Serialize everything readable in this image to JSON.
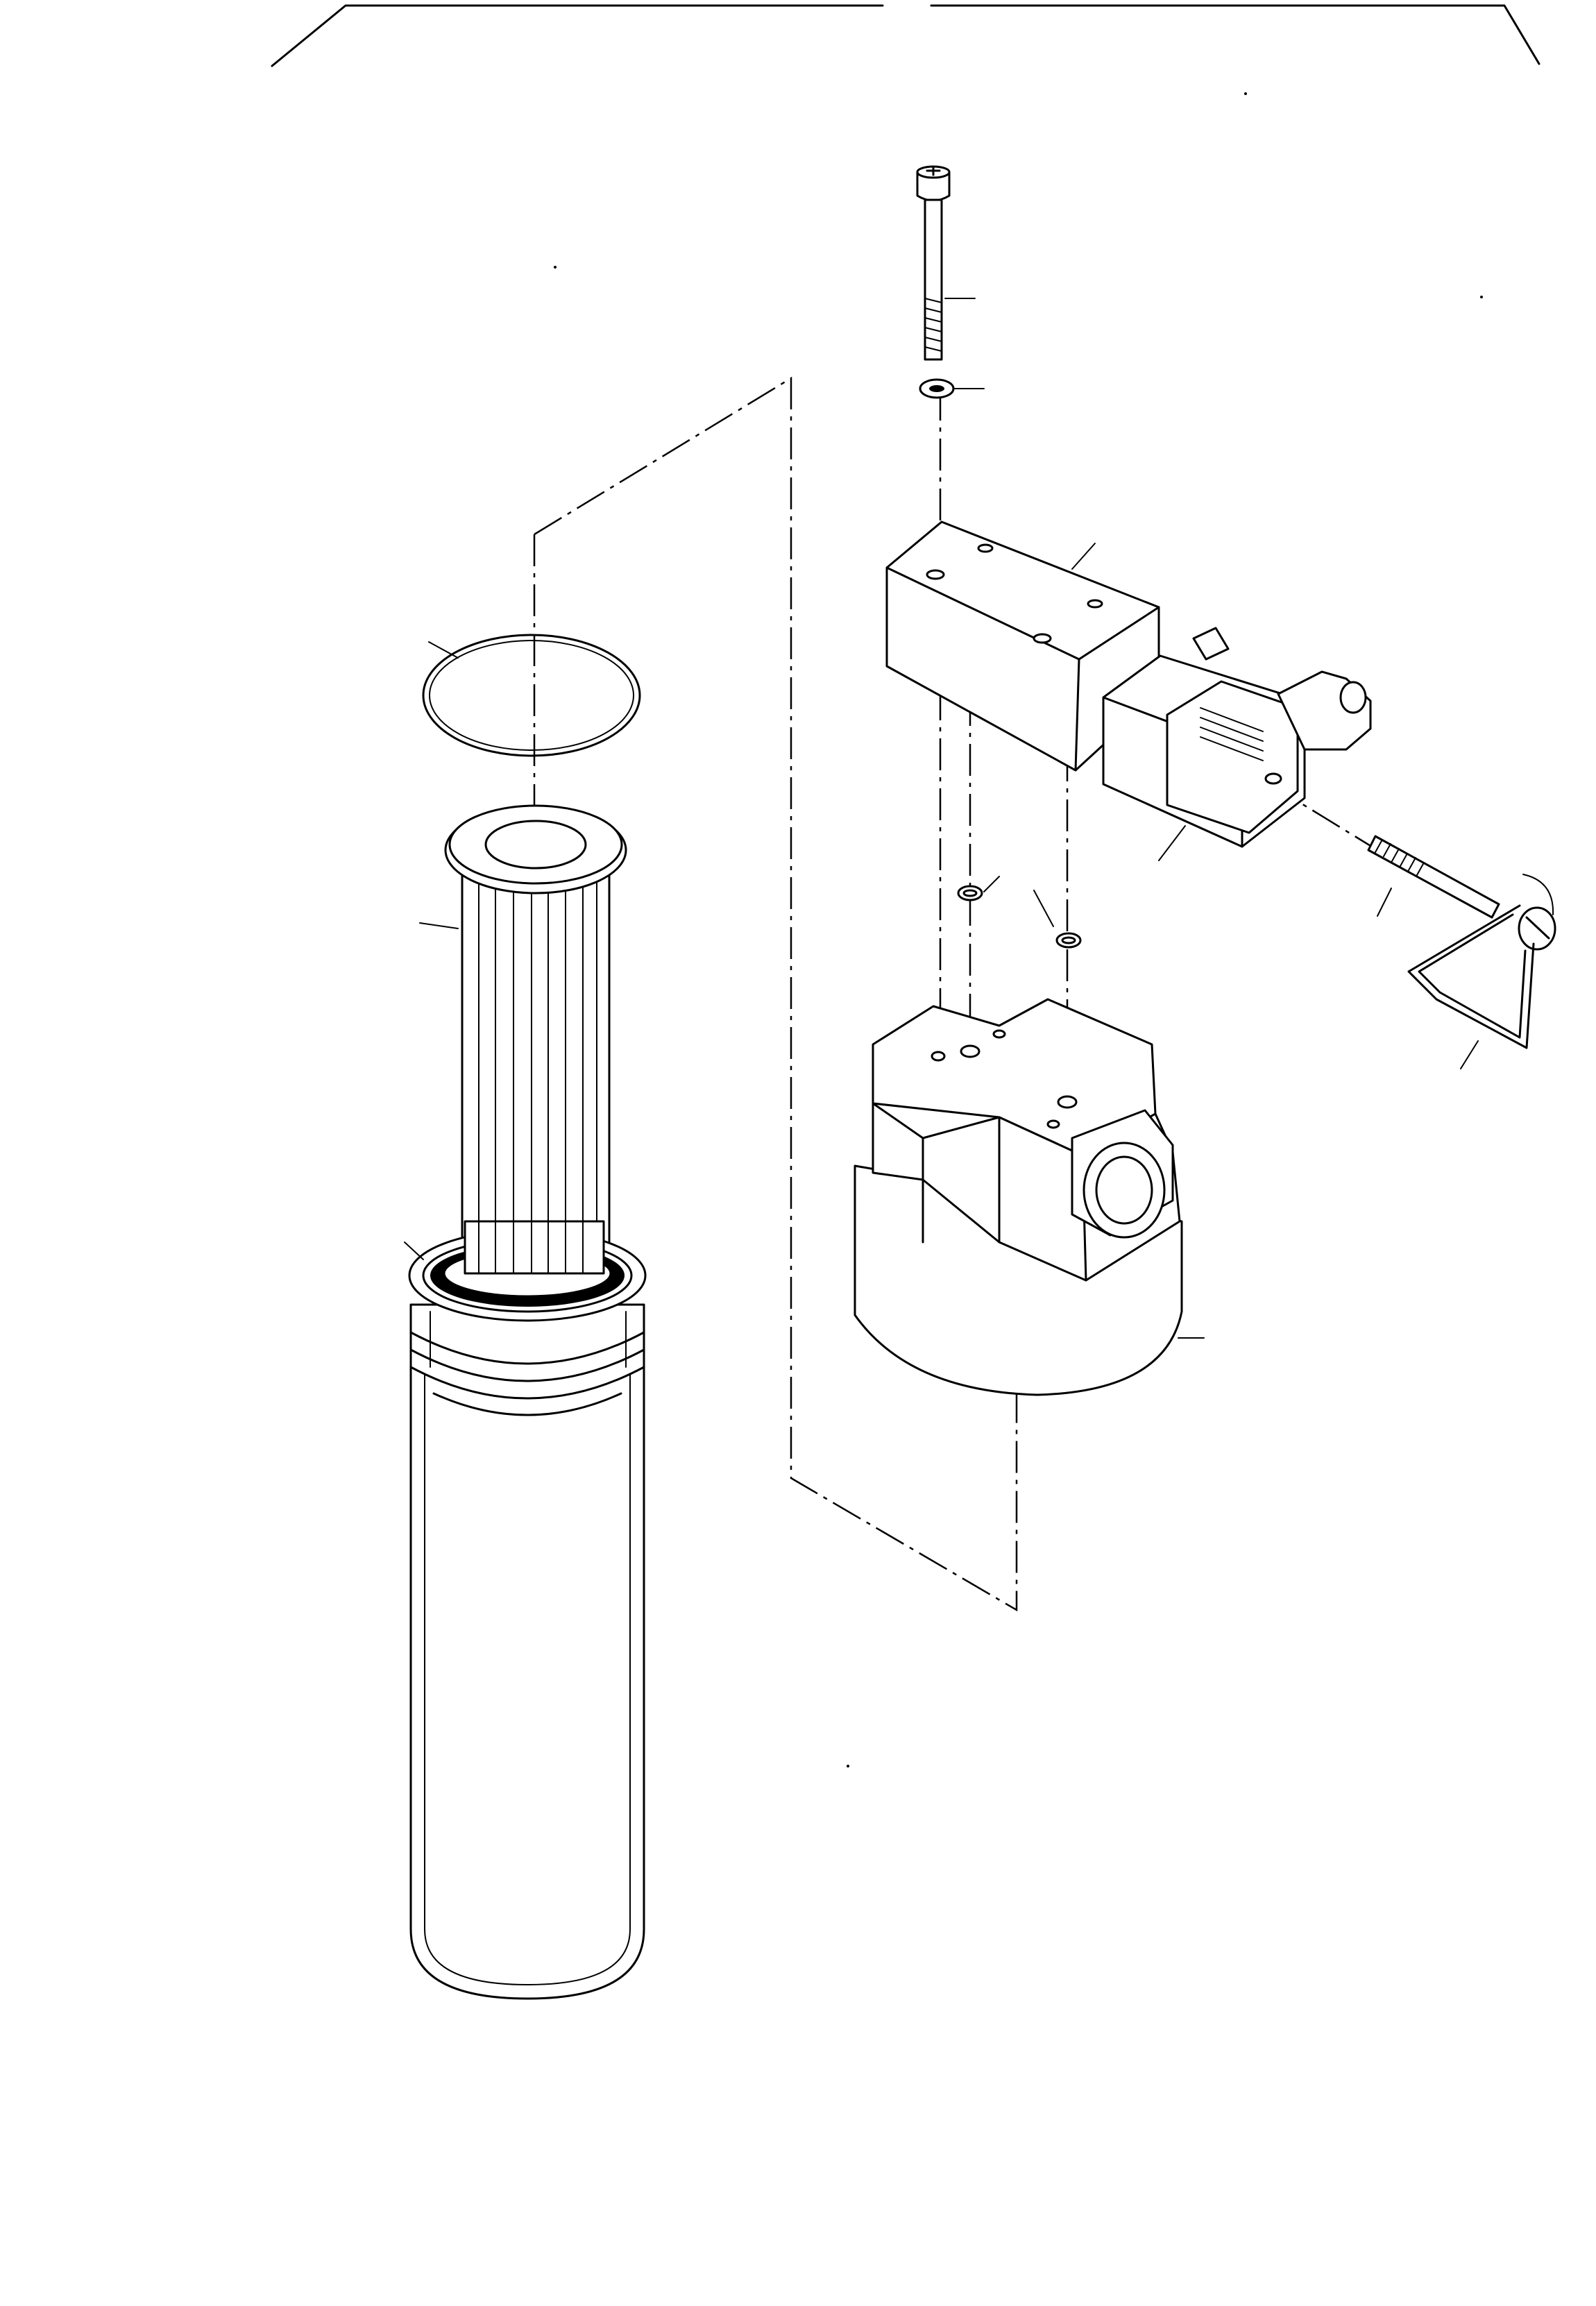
{
  "title": "",
  "parts": [
    {
      "id": "bolt",
      "label": ""
    },
    {
      "id": "washer",
      "label": ""
    },
    {
      "id": "valve-block",
      "label": ""
    },
    {
      "id": "connector-plug",
      "label": ""
    },
    {
      "id": "plug-screw",
      "label": ""
    },
    {
      "id": "bracket-clip",
      "label": ""
    },
    {
      "id": "o-ring-small-left",
      "label": ""
    },
    {
      "id": "o-ring-small-right",
      "label": ""
    },
    {
      "id": "filter-head",
      "label": ""
    },
    {
      "id": "o-ring-large",
      "label": ""
    },
    {
      "id": "filter-element",
      "label": ""
    },
    {
      "id": "bowl-seal",
      "label": ""
    },
    {
      "id": "filter-bowl",
      "label": ""
    }
  ]
}
